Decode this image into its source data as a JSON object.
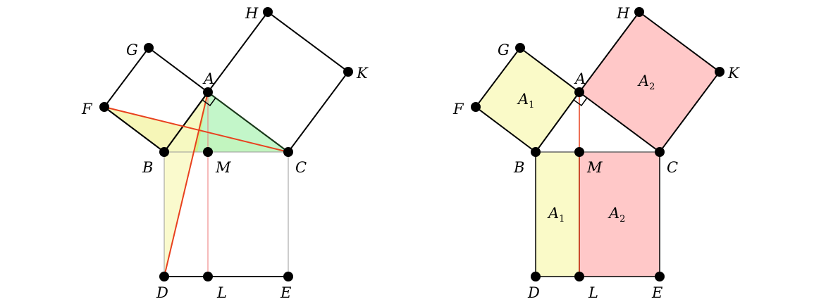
{
  "colors": {
    "line": "#000000",
    "red": "#e8401e",
    "thin_red": "#ee7777",
    "gray": "#999999",
    "yellow": "#fafac8",
    "yellow_tri": "#f5f5b0",
    "green": "#b8f5c0",
    "green_overlap": "#d2f08a",
    "pink": "#ffc8c8",
    "dot": "#000000"
  },
  "left_figure": {
    "points": {
      "A": "A",
      "B": "B",
      "C": "C",
      "D": "D",
      "E": "E",
      "F": "F",
      "G": "G",
      "H": "H",
      "K": "K",
      "L": "L",
      "M": "M"
    }
  },
  "right_figure": {
    "points": {
      "A": "A",
      "B": "B",
      "C": "C",
      "D": "D",
      "E": "E",
      "F": "F",
      "G": "G",
      "H": "H",
      "K": "K",
      "L": "L",
      "M": "M"
    },
    "areas": {
      "small_square": {
        "base": "A",
        "sub": "1"
      },
      "large_square": {
        "base": "A",
        "sub": "2"
      },
      "left_rect": {
        "base": "A",
        "sub": "1"
      },
      "right_rect": {
        "base": "A",
        "sub": "2"
      }
    }
  }
}
